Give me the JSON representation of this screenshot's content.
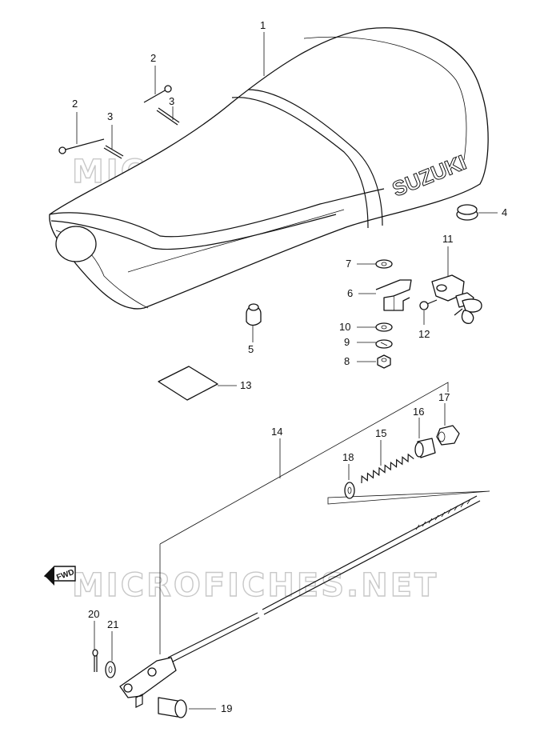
{
  "watermark": {
    "text": "MICROFICHES.NET"
  },
  "seat_logo": {
    "text": "SUZUKI"
  },
  "fwd_arrow": {
    "text": "FWD"
  },
  "callouts": {
    "c1": "1",
    "c2a": "2",
    "c2b": "2",
    "c3a": "3",
    "c3b": "3",
    "c4": "4",
    "c5": "5",
    "c6": "6",
    "c7": "7",
    "c8": "8",
    "c9": "9",
    "c10": "10",
    "c11": "11",
    "c12": "12",
    "c13": "13",
    "c14": "14",
    "c15": "15",
    "c16": "16",
    "c17": "17",
    "c18": "18",
    "c19": "19",
    "c20": "20",
    "c21": "21"
  }
}
